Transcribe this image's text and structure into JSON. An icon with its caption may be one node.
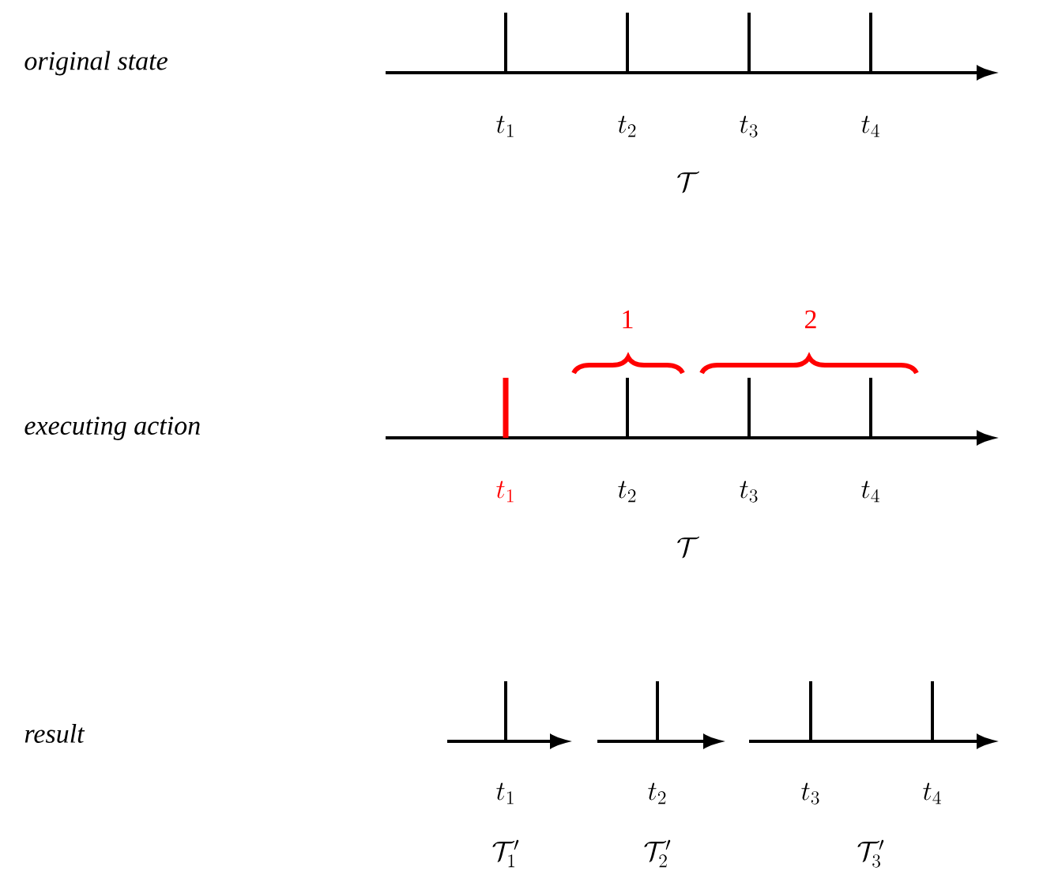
{
  "diagram": {
    "labels": [
      "original state",
      "t_1",
      "t_2",
      "t_3",
      "t_4",
      "\\mathcal{T}",
      "1",
      "2",
      "executing action",
      "t_1",
      "t_2",
      "t_3",
      "t_4",
      "\\mathcal{T}",
      "result",
      "t_1",
      "t_2",
      "t_3",
      "t_4",
      "\\mathcal{T}'_1",
      "\\mathcal{T}'_2",
      "\\mathcal{T}'_3"
    ]
  }
}
